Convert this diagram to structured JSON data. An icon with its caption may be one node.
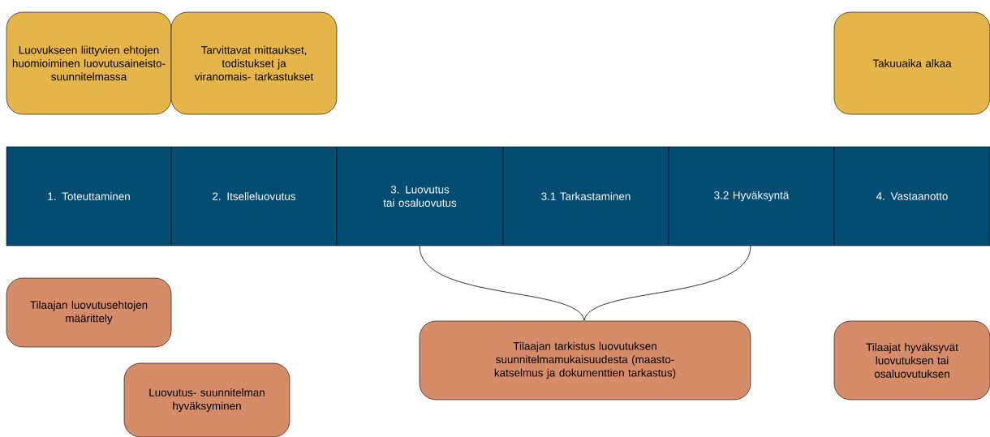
{
  "diagram": {
    "nodes": [
      {
        "text": [
          "Luovukseen liittyvien ehtojen huomioiminen luovutusaineisto- suunnitelmassa"
        ]
      },
      {
        "text": [
          "Tarvittavat mittaukset, todistukset ja viranomais- tarkastukset"
        ]
      },
      {
        "text": [
          "Takuuaika alkaa"
        ]
      },
      {
        "text": [
          "1. Toteuttaminen"
        ]
      },
      {
        "text": [
          "2. Itselleluovutus"
        ]
      },
      {
        "text": [
          "3. Luovutus tai osaluovutus"
        ]
      },
      {
        "text": [
          "3.1 Tarkastaminen"
        ]
      },
      {
        "text": [
          "3.2 Hyväksyntä"
        ]
      },
      {
        "text": [
          "4. Vastaanotto"
        ]
      },
      {
        "text": [
          "Tilaajan luovutusehtojen määrittely"
        ]
      },
      {
        "text": [
          "Luovutus- suunnitelman hyväksyminen"
        ]
      },
      {
        "text": [
          "Tilaajan tarkistus luovutuksen suunnitelmamukaisuudesta (maasto- katselmus ja dokumenttien tarkastus)"
        ]
      },
      {
        "text": [
          "Tilaajat hyväksyvät luovutuksen tai osaluovutuksen"
        ]
      }
    ]
  }
}
